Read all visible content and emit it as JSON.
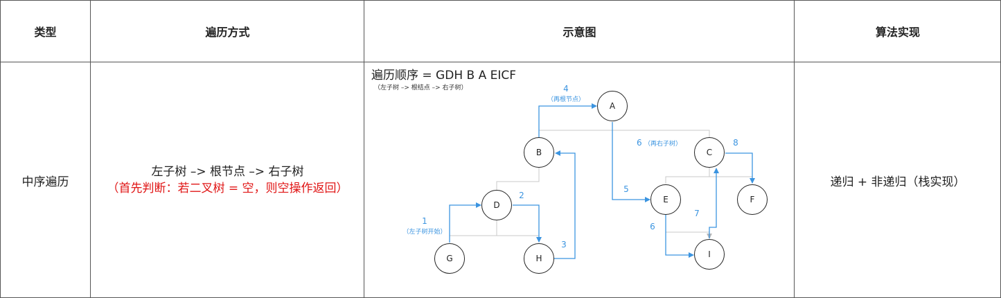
{
  "headers": {
    "type": "类型",
    "method": "遍历方式",
    "diagram": "示意图",
    "impl": "算法实现"
  },
  "row": {
    "type": "中序遍历",
    "method_line1": "左子树 –> 根节点 –> 右子树",
    "method_line2": "（首先判断：若二叉树 = 空，则空操作返回）",
    "impl": "递归 + 非递归（栈实现）"
  },
  "diagram": {
    "title": "遍历顺序 = GDH B A EICF",
    "subtitle": "（左子树 –> 根结点 –> 右子树）",
    "nodes": [
      "A",
      "B",
      "C",
      "D",
      "E",
      "F",
      "G",
      "H",
      "I"
    ],
    "steps": [
      {
        "num": "1",
        "note": "（左子树开始）"
      },
      {
        "num": "2",
        "note": ""
      },
      {
        "num": "3",
        "note": ""
      },
      {
        "num": "4",
        "note": "（再根节点）"
      },
      {
        "num": "5",
        "note": ""
      },
      {
        "num": "6",
        "note": "（再右子树）"
      },
      {
        "num": "6",
        "note": ""
      },
      {
        "num": "7",
        "note": ""
      },
      {
        "num": "8",
        "note": ""
      }
    ]
  },
  "colors": {
    "border": "#555555",
    "tree_line": "#c8c8c8",
    "path": "#3b94e0",
    "red_text": "#e01414"
  }
}
